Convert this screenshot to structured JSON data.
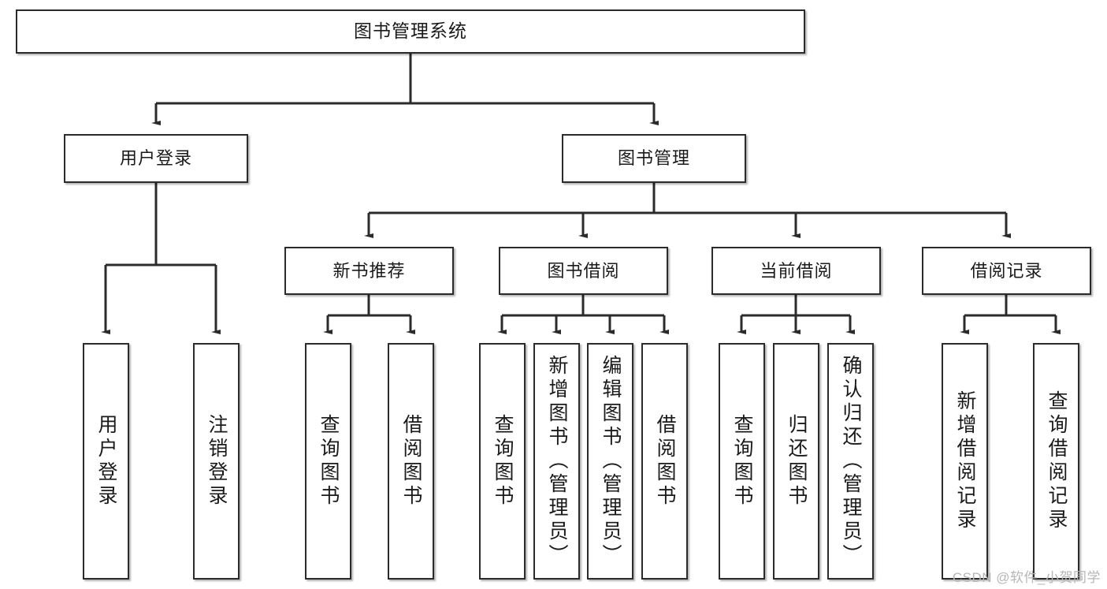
{
  "diagram": {
    "title": "图书管理系统",
    "type": "tree-hierarchy-diagram",
    "colors": {
      "box_border": "#2b2b2b",
      "box_fill": "#ffffff",
      "connector": "#2b2b2b",
      "text": "#1a1a1a",
      "watermark": "#b6b6b6",
      "background": "#ffffff"
    },
    "root": {
      "id": "root",
      "label": "图书管理系统"
    },
    "level2": [
      {
        "id": "user-login",
        "label": "用户登录"
      },
      {
        "id": "book-management",
        "label": "图书管理"
      }
    ],
    "level3": [
      {
        "id": "new-book-recommend",
        "label": "新书推荐",
        "parent": "book-management"
      },
      {
        "id": "book-borrow",
        "label": "图书借阅",
        "parent": "book-management"
      },
      {
        "id": "current-borrow",
        "label": "当前借阅",
        "parent": "book-management"
      },
      {
        "id": "borrow-record",
        "label": "借阅记录",
        "parent": "book-management"
      }
    ],
    "leaves": {
      "user-login": [
        {
          "id": "leaf-user-login",
          "label": "用户登录"
        },
        {
          "id": "leaf-logout",
          "label": "注销登录"
        }
      ],
      "new-book-recommend": [
        {
          "id": "leaf-query-book-1",
          "label": "查询图书"
        },
        {
          "id": "leaf-borrow-book-1",
          "label": "借阅图书"
        }
      ],
      "book-borrow": [
        {
          "id": "leaf-query-book-2",
          "label": "查询图书"
        },
        {
          "id": "leaf-add-book",
          "label": "新增图书（管理员）"
        },
        {
          "id": "leaf-edit-book",
          "label": "编辑图书（管理员）"
        },
        {
          "id": "leaf-borrow-book-2",
          "label": "借阅图书"
        }
      ],
      "current-borrow": [
        {
          "id": "leaf-query-book-3",
          "label": "查询图书"
        },
        {
          "id": "leaf-return-book",
          "label": "归还图书"
        },
        {
          "id": "leaf-confirm-return",
          "label": "确认归还（管理员）"
        }
      ],
      "borrow-record": [
        {
          "id": "leaf-add-record",
          "label": "新增借阅记录"
        },
        {
          "id": "leaf-query-record",
          "label": "查询借阅记录"
        }
      ]
    }
  },
  "watermark": {
    "text": "CSDN @软件_小贺同学"
  }
}
